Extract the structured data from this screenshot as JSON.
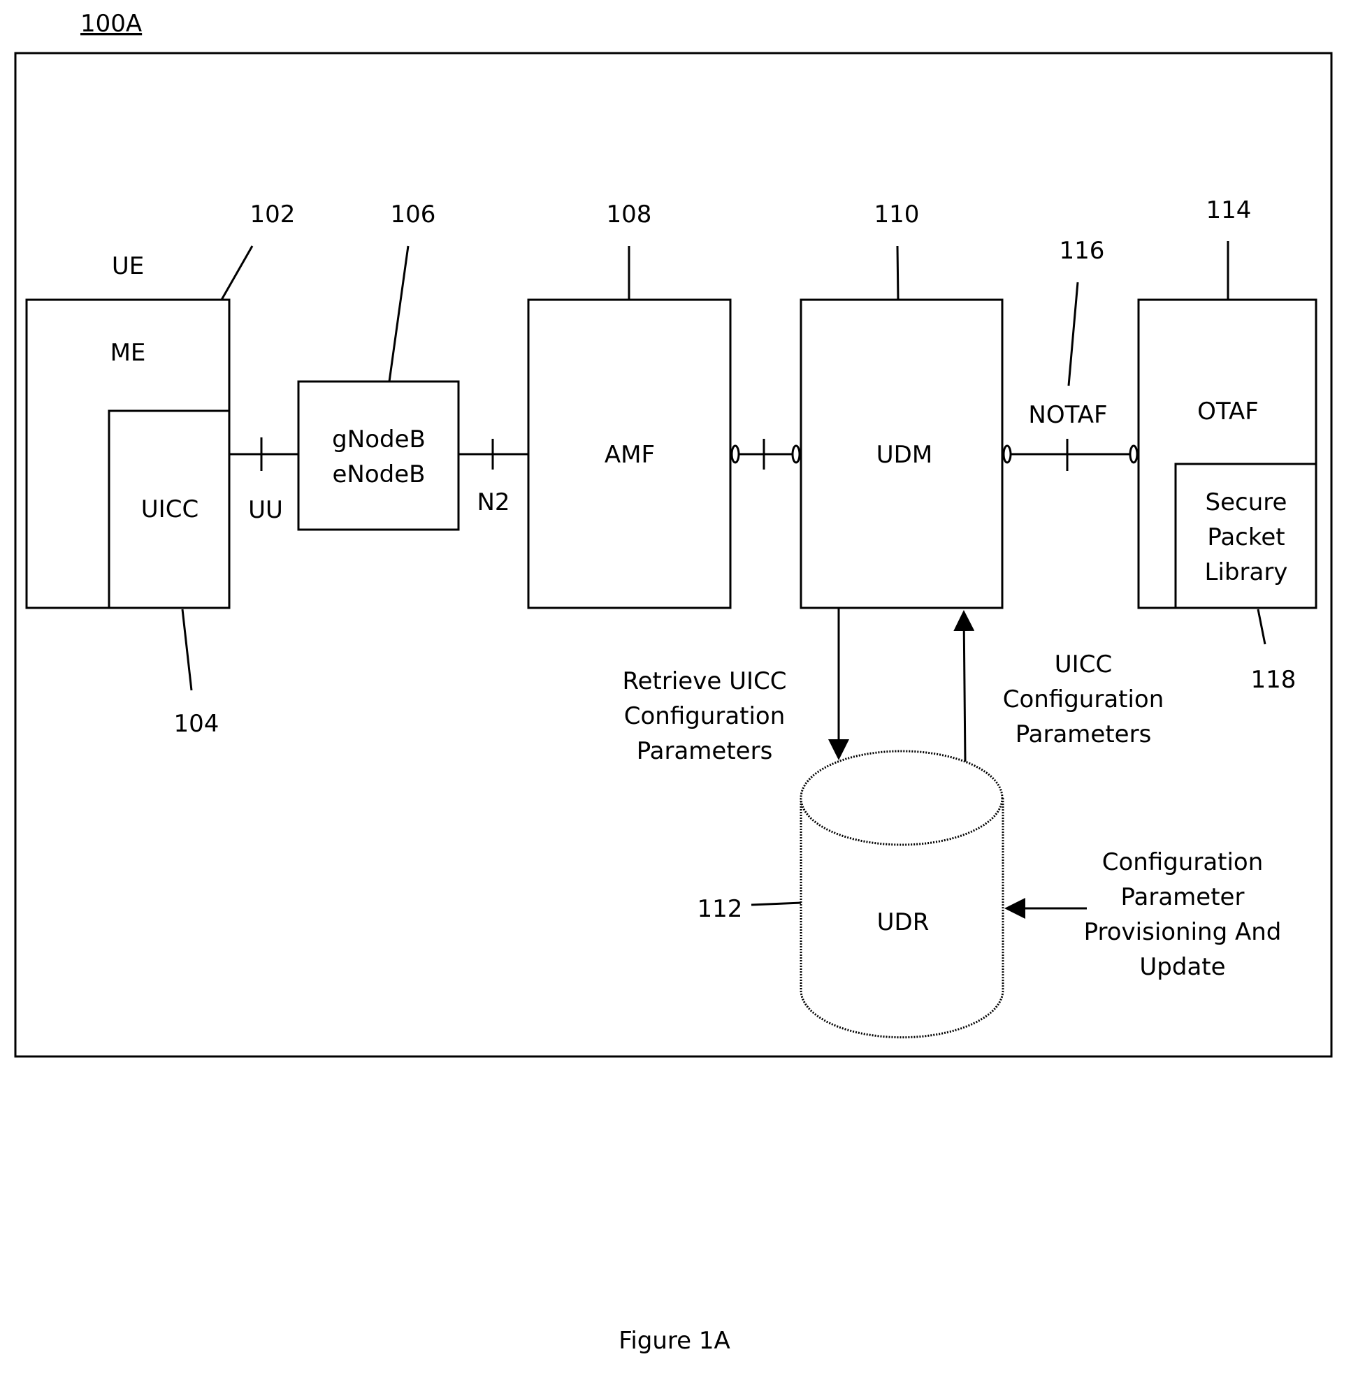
{
  "figure_id": "100A",
  "caption": "Figure 1A",
  "nodes": {
    "ue": {
      "label": "UE",
      "ref": "102"
    },
    "me": {
      "label": "ME"
    },
    "uicc": {
      "label": "UICC",
      "ref": "104"
    },
    "gnodeb": {
      "line1": "gNodeB",
      "line2": "eNodeB",
      "ref": "106"
    },
    "amf": {
      "label": "AMF",
      "ref": "108"
    },
    "udm": {
      "label": "UDM",
      "ref": "110"
    },
    "udr": {
      "label": "UDR",
      "ref": "112"
    },
    "otaf": {
      "label": "OTAF",
      "ref": "114"
    },
    "spl": {
      "lines": [
        "Secure",
        "Packet",
        "Library"
      ],
      "ref": "118"
    }
  },
  "interfaces": {
    "uu": "UU",
    "n2": "N2",
    "notaf": {
      "label": "NOTAF",
      "ref": "116"
    }
  },
  "flows": {
    "retrieve": [
      "Retrieve UICC",
      "Configuration",
      "Parameters"
    ],
    "config_params": [
      "UICC",
      "Configuration",
      "Parameters"
    ],
    "provisioning": [
      "Configuration",
      "Parameter",
      "Provisioning And",
      "Update"
    ]
  }
}
